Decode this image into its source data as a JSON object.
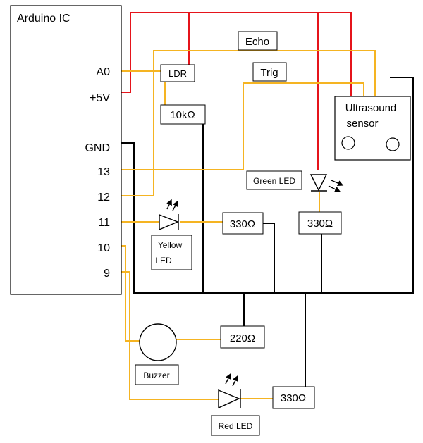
{
  "arduino": {
    "title": "Arduino IC",
    "pins": {
      "a0": "A0",
      "v5": "+5V",
      "gnd": "GND",
      "p13": "13",
      "p12": "12",
      "p11": "11",
      "p10": "10",
      "p9": "9"
    }
  },
  "labels": {
    "echo": "Echo",
    "trig": "Trig",
    "ldr": "LDR",
    "r_10k": "10kΩ",
    "ultrasound_line1": "Ultrasound",
    "ultrasound_line2": "sensor",
    "green_led": "Green LED",
    "yellow_led_line1": "Yellow",
    "yellow_led_line2": "LED",
    "r_330_yellow": "330Ω",
    "r_330_green": "330Ω",
    "r_220": "220Ω",
    "buzzer": "Buzzer",
    "r_330_red": "330Ω",
    "red_led": "Red LED"
  },
  "colors": {
    "power_wire": "#e5141b",
    "signal_wire": "#f5b422",
    "ground_wire": "#000000"
  }
}
